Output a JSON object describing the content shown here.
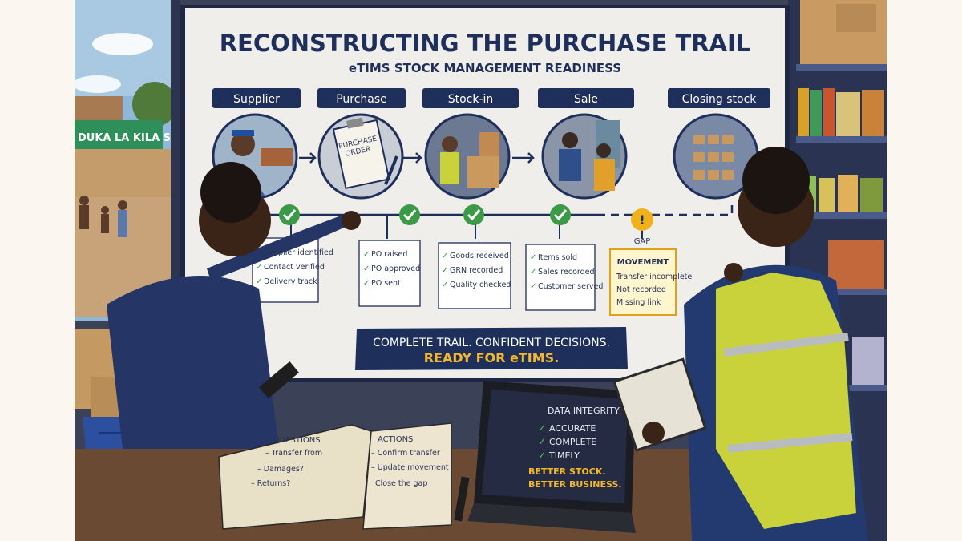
{
  "board": {
    "title": "RECONSTRUCTING THE PURCHASE TRAIL",
    "subtitle": "eTIMS STOCK MANAGEMENT READINESS",
    "stages": [
      {
        "label": "Supplier"
      },
      {
        "label": "Purchase"
      },
      {
        "label": "Stock-in"
      },
      {
        "label": "Sale"
      },
      {
        "label": "Closing stock"
      }
    ],
    "po_clip_text": [
      "PURCHASE",
      "ORDER"
    ],
    "cards": [
      {
        "lines": [
          "Supplier identified",
          "Contact verified",
          "Delivery track"
        ]
      },
      {
        "lines": [
          "PO raised",
          "PO approved",
          "PO sent"
        ]
      },
      {
        "lines": [
          "Goods received",
          "GRN recorded",
          "Quality checked"
        ]
      },
      {
        "lines": [
          "Items sold",
          "Sales recorded",
          "Customer served"
        ]
      }
    ],
    "gap_label": "GAP",
    "gap_card": {
      "title": "MOVEMENT",
      "lines": [
        "Transfer incomplete",
        "Not recorded",
        "Missing link"
      ]
    },
    "banner_line1": "COMPLETE TRAIL. CONFIDENT DECISIONS.",
    "banner_line2": "READY FOR eTIMS."
  },
  "street_sign": "DUKA LA KILA SIKU",
  "notebook": {
    "left_title": "QUESTIONS",
    "left_lines": [
      "– Transfer from",
      "– Damages?",
      "– Returns?"
    ],
    "right_title": "ACTIONS",
    "right_lines": [
      "– Confirm transfer",
      "– Update movement",
      "Close the gap"
    ]
  },
  "tablet": {
    "title": "DATA INTEGRITY",
    "items": [
      "ACCURATE",
      "COMPLETE",
      "TIMELY"
    ],
    "footer1": "BETTER STOCK.",
    "footer2": "BETTER BUSINESS."
  },
  "colors": {
    "navy": "#1f2f5c",
    "check_green": "#3a9a45",
    "gap_yellow": "#f0b21a",
    "banner_gold": "#f3b72a",
    "vest_yellow": "#c9d23a"
  }
}
